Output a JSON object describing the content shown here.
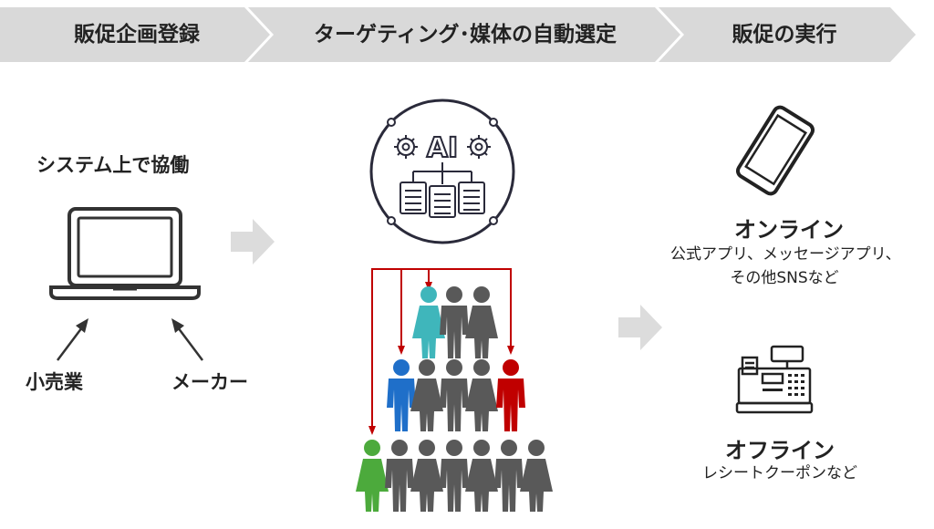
{
  "steps": [
    {
      "label": "販促企画登録"
    },
    {
      "label": "ターゲティング･媒体の自動選定"
    },
    {
      "label": "販促の実行"
    }
  ],
  "collab": {
    "title": "システム上で協働",
    "actor_left": "小売業",
    "actor_right": "メーカー"
  },
  "ai": {
    "badge": "AI"
  },
  "channels": {
    "online": {
      "title": "オンライン",
      "desc_line1": "公式アプリ、メッセージアプリ、",
      "desc_line2": "その他SNSなど"
    },
    "offline": {
      "title": "オフライン",
      "desc_line1": "レシートクーポンなど"
    }
  },
  "colors": {
    "step_bg": "#d9d9d9",
    "flow_arrow": "#dcdcdc",
    "person_gray": "#595959",
    "person_teal": "#3fb6bb",
    "person_blue": "#1f6fc9",
    "person_red": "#c00000",
    "person_green": "#4caa3c",
    "line_red": "#c00000",
    "icon_dark": "#2a2a3a"
  }
}
